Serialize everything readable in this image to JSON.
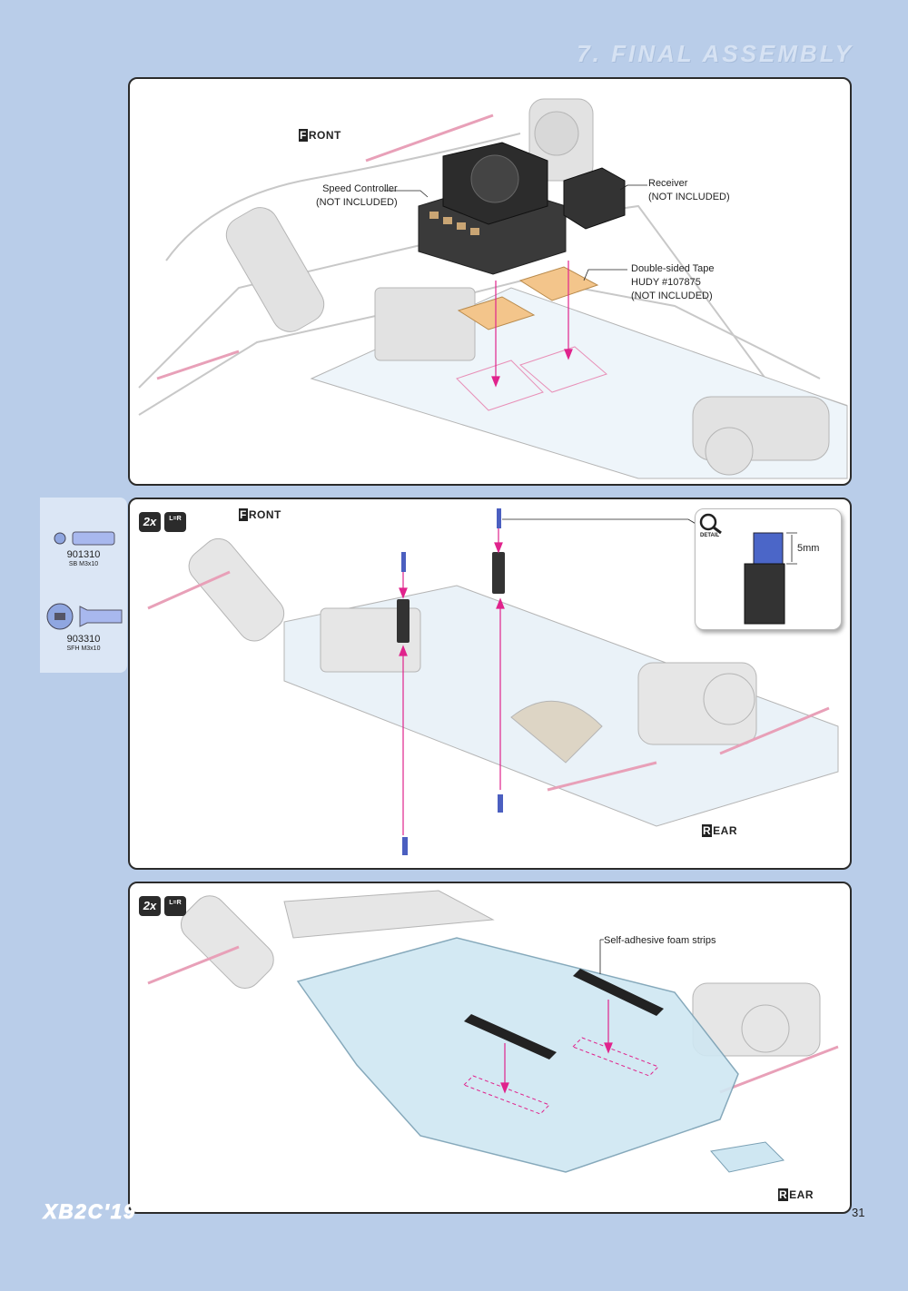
{
  "header": {
    "title": "7. FINAL ASSEMBLY"
  },
  "panel1": {
    "front_label_cap": "F",
    "front_label_rest": "RONT",
    "speed_controller": [
      "Speed Controller",
      "(NOT INCLUDED)"
    ],
    "receiver": [
      "Receiver",
      "(NOT INCLUDED)"
    ],
    "tape": [
      "Double-sided Tape",
      "HUDY #107875",
      "(NOT INCLUDED)"
    ]
  },
  "panel2": {
    "qty": "2x",
    "lr": "L=R",
    "front_label_cap": "F",
    "front_label_rest": "RONT",
    "rear_label_cap": "R",
    "rear_label_rest": "EAR",
    "detail_icon": "DETAIL",
    "detail_dim": "5mm"
  },
  "parts": [
    {
      "code": "901310",
      "desc": "SB M3x10"
    },
    {
      "code": "903310",
      "desc": "SFH M3x10"
    }
  ],
  "panel3": {
    "qty": "2x",
    "lr": "L=R",
    "foam": "Self-adhesive foam strips",
    "rear_label_cap": "R",
    "rear_label_rest": "EAR"
  },
  "footer": {
    "logo": "XB2C'19",
    "page": "31"
  },
  "colors": {
    "background": "#b9cde9",
    "accent_arrow": "#e0238c",
    "panel_border": "#2b2b2b"
  }
}
